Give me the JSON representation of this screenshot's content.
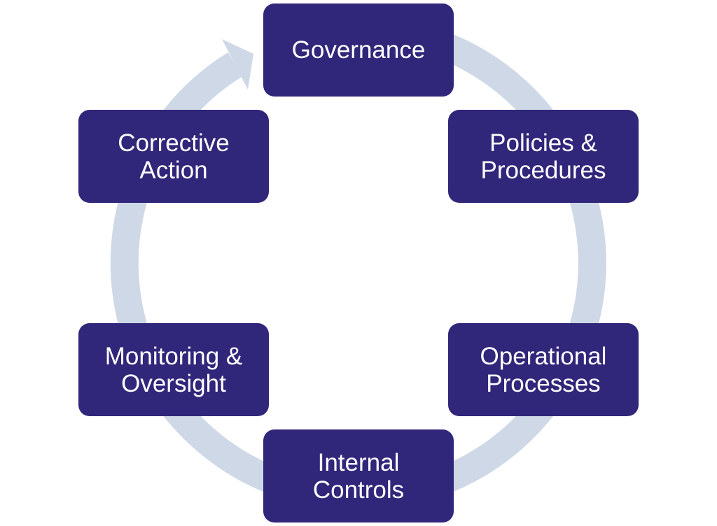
{
  "colors": {
    "box": "#30267a",
    "ring": "#cfd8e6",
    "text": "#ffffff"
  },
  "steps": [
    {
      "line1": "Governance",
      "line2": ""
    },
    {
      "line1": "Policies &",
      "line2": "Procedures"
    },
    {
      "line1": "Operational",
      "line2": "Processes"
    },
    {
      "line1": "Internal",
      "line2": "Controls"
    },
    {
      "line1": "Monitoring &",
      "line2": "Oversight"
    },
    {
      "line1": "Corrective",
      "line2": "Action"
    }
  ]
}
